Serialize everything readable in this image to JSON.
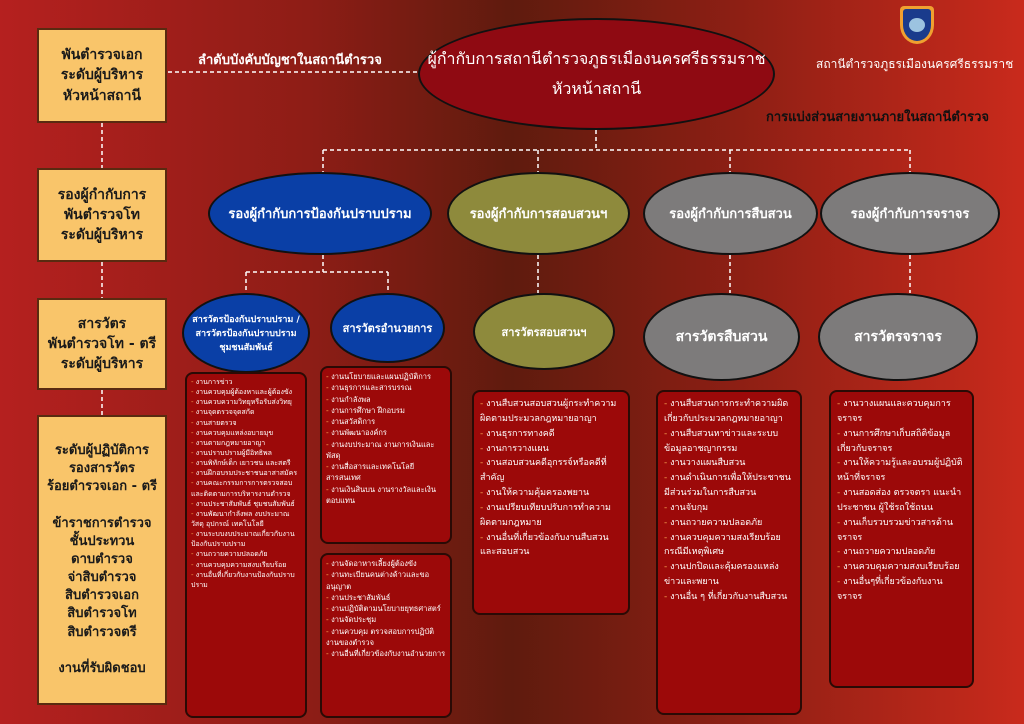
{
  "header": {
    "chain_label": "ลำดับบังคับบัญชาในสถานีตำรวจ",
    "station_name": "สถานีตำรวจภูธรเมืองนครศรีธรรมราช",
    "division_label": "การแบ่งส่วนสายงานภายในสถานีตำรวจ"
  },
  "chief": {
    "line1": "ผู้กำกับการสถานีตำรวจภูธรเมืองนครศรีธรรมราช",
    "line2": "หัวหน้าสถานี"
  },
  "levels": [
    {
      "text": "พันตำรวจเอก\nระดับผู้บริหาร\nหัวหน้าสถานี"
    },
    {
      "text": "รองผู้กำกับการ\nพันตำรวจโท\nระดับผู้บริหาร"
    },
    {
      "text": "สารวัตร\nพันตำรวจโท - ตรี\nระดับผู้บริหาร"
    },
    {
      "text": "ระดับผู้ปฏิบัติการ\nรองสารวัตร\nร้อยตำรวจเอก - ตรี\n\nข้าราชการตำรวจ\nชั้นประทวน\nดาบตำรวจ\nจ่าสิบตำรวจ\nสิบตำรวจเอก\nสิบตำรวจโท\nสิบตำรวจตรี\n\nงานที่รับผิดชอบ"
    }
  ],
  "deputies": [
    "รองผู้กำกับการป้องกันปราบปราม",
    "รองผู้กำกับการสอบสวนฯ",
    "รองผู้กำกับการสืบสวน",
    "รองผู้กำกับการจราจร"
  ],
  "inspectors": [
    "สารวัตรป้องกันปราบปราม / สารวัตรป้องกันปราบปรามชุมชนสัมพันธ์",
    "สารวัตรอำนวยการ",
    "สารวัตรสอบสวนฯ",
    "สารวัตรสืบสวน",
    "สารวัตรจราจร"
  ],
  "duties": {
    "prevention": [
      "งานการข่าว",
      "งานควบคุมผู้ต้องหาและผู้ต้องขัง",
      "งานควบความวิทยุหรือรับส่งวิทยุ",
      "งานจุดตรวจจุดสกัด",
      "งานสายตรวจ",
      "งานควบคุมแหล่งอบายมุข",
      "งานตามกฎหมายอาญา",
      "งานปราบปรามผู้มีอิทธิพล",
      "งานพิทักษ์เด็ก เยาวชน และสตรี",
      "งานฝึกอบรมประชาชนอาสาสมัคร",
      "งานคณะกรรมการการตรวจสอบและติดตามการบริหารงานตำรวจ",
      "งานประชาสัมพันธ์ ชุมชนสัมพันธ์",
      "งานพัฒนากำลังพล งบประมาณ วัสดุ อุปกรณ์ เทคโนโลยี",
      "งานระบบงบประมาณเกี่ยวกับงานป้องกันปราบปราม",
      "งานถวายความปลอดภัย",
      "งานควบคุมความสงบเรียบร้อย",
      "งานอื่นที่เกี่ยวกับงานป้องกันปราบปราม"
    ],
    "admin1": [
      "งานนโยบายและแผนปฏิบัติการ",
      "งานธุรการและสารบรรณ",
      "งานกำลังพล",
      "งานการศึกษา ฝึกอบรม",
      "งานสวัสดิการ",
      "งานพัฒนาองค์กร",
      "งานงบประมาณ งานการเงินและพัสดุ",
      "งานสื่อสารและเทคโนโลยีสารสนเทศ",
      "งานเงินสินบน งานรางวัลและเงินตอบแทน"
    ],
    "admin2": [
      "งานจัดอาหารเลี้ยงผู้ต้องขัง",
      "งานทะเบียนคนต่างด้าวและขออนุญาต",
      "งานประชาสัมพันธ์",
      "งานปฏิบัติตามนโยบายยุทธศาสตร์",
      "งานจัดประชุม",
      "งานควบคุม ตรวจสอบการปฏิบัติงานของตำรวจ",
      "งานอื่นที่เกี่ยวข้องกับงานอำนวยการ"
    ],
    "inquiry": [
      "งานสืบสวนสอบสวนผู้กระทำความผิดตามประมวลกฎหมายอาญา",
      "งานธุรการทางคดี",
      "งานการวางแผน",
      "งานสอบสวนคดีอุกรรจ์หรือคดีที่สำคัญ",
      "งานให้ความคุ้มครองพยาน",
      "งานเปรียบเทียบปรับการทำความผิดตามกฎหมาย",
      "งานอื่นที่เกี่ยวข้องกับงานสืบสวนและสอบสวน"
    ],
    "investigation": [
      "งานสืบสวนการกระทำความผิดเกี่ยวกับประมวลกฎหมายอาญา",
      "งานสืบสวนหาข่าวและระบบข้อมูลอาชญากรรม",
      "งานวางแผนสืบสวน",
      "งานดำเนินการเพื่อให้ประชาชนมีส่วนร่วมในการสืบสวน",
      "งานจับกุม",
      "งานถวายความปลอดภัย",
      "งานควบคุมความสงเรียบร้อยกรณีมีเหตุพิเศษ",
      "งานปกปิดและคุ้มครองแหล่งข่าวและพยาน",
      "งานอื่น ๆ ที่เกี่ยวกับงานสืบสวน"
    ],
    "traffic": [
      "งานวางแผนและควบคุมการจราจร",
      "งานการศึกษาเก็บสถิติข้อมูลเกี่ยวกับจราจร",
      "งานให้ความรู้และอบรมผู้ปฏิบัติหน้าที่จราจร",
      "งานสอดส่อง ตรวจตรา แนะนำประชาชน ผู้ใช้รถใช้ถนน",
      "งานเก็บรวบรวมข่าวสารด้านจราจร",
      "งานถวายความปลอดภัย",
      "งานควบคุมความสงบเรียบร้อย",
      "งานอื่นๆที่เกี่ยวข้องกับงานจราจร"
    ]
  }
}
